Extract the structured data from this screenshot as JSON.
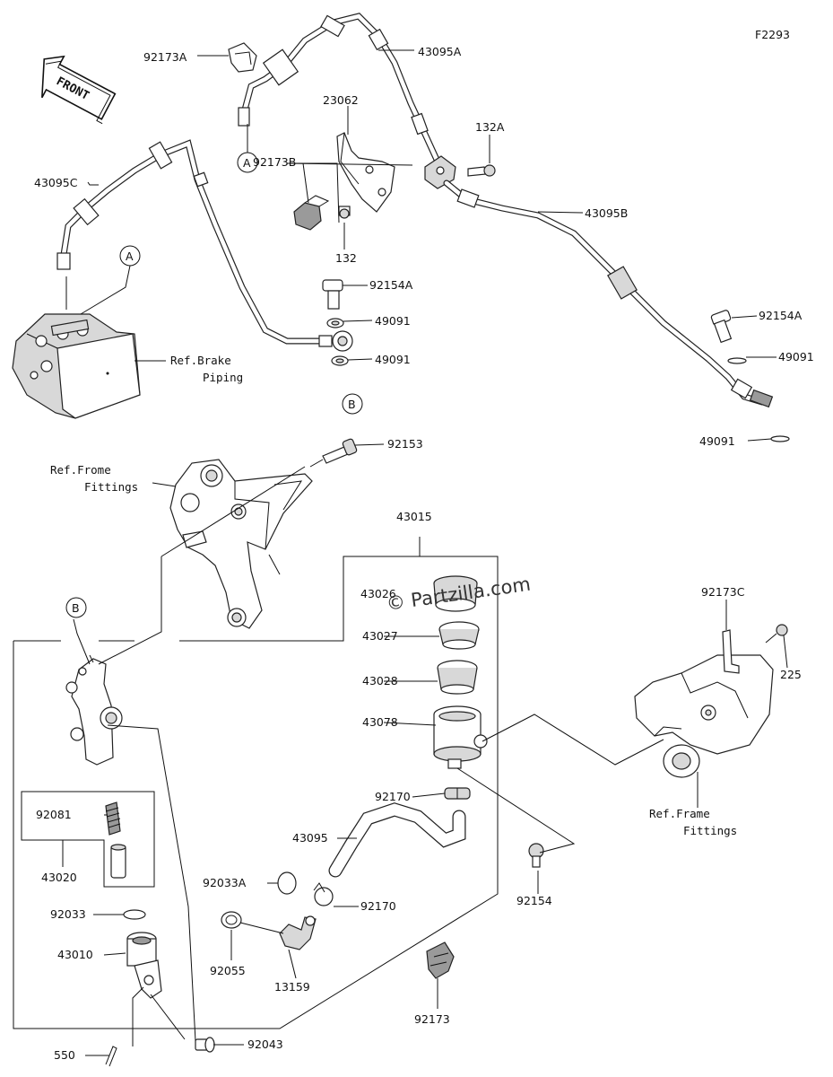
{
  "figure_id": "F2293",
  "front_label": "FRONT",
  "watermark": "© Partzilla.com",
  "markers": {
    "a": "A",
    "b": "B"
  },
  "labels": {
    "p92173A": "92173A",
    "p43095A": "43095A",
    "p23062": "23062",
    "p132A": "132A",
    "p92173B": "92173B",
    "p43095C": "43095C",
    "p132": "132",
    "p43095B": "43095B",
    "p92154A_top": "92154A",
    "p49091_a": "49091",
    "p49091_b": "49091",
    "p92154A_right": "92154A",
    "p49091_c": "49091",
    "p49091_d": "49091",
    "ref_brake_1": "Ref.Brake",
    "ref_brake_2": "Piping",
    "p92153": "92153",
    "ref_frome_1": "Ref.Frome",
    "ref_frome_2": "Fittings",
    "p43015": "43015",
    "p43026": "43026",
    "p43027": "43027",
    "p43028": "43028",
    "p43078": "43078",
    "p92173C": "92173C",
    "p225": "225",
    "ref_frame_1": "Ref.Frame",
    "ref_frame_2": "Fittings",
    "p92170_a": "92170",
    "p43095": "43095",
    "p92081": "92081",
    "p43020": "43020",
    "p92154": "92154",
    "p92033A": "92033A",
    "p92170_b": "92170",
    "p92033": "92033",
    "p43010": "43010",
    "p92055": "92055",
    "p13159": "13159",
    "p92173": "92173",
    "p550": "550",
    "p92043": "92043"
  }
}
